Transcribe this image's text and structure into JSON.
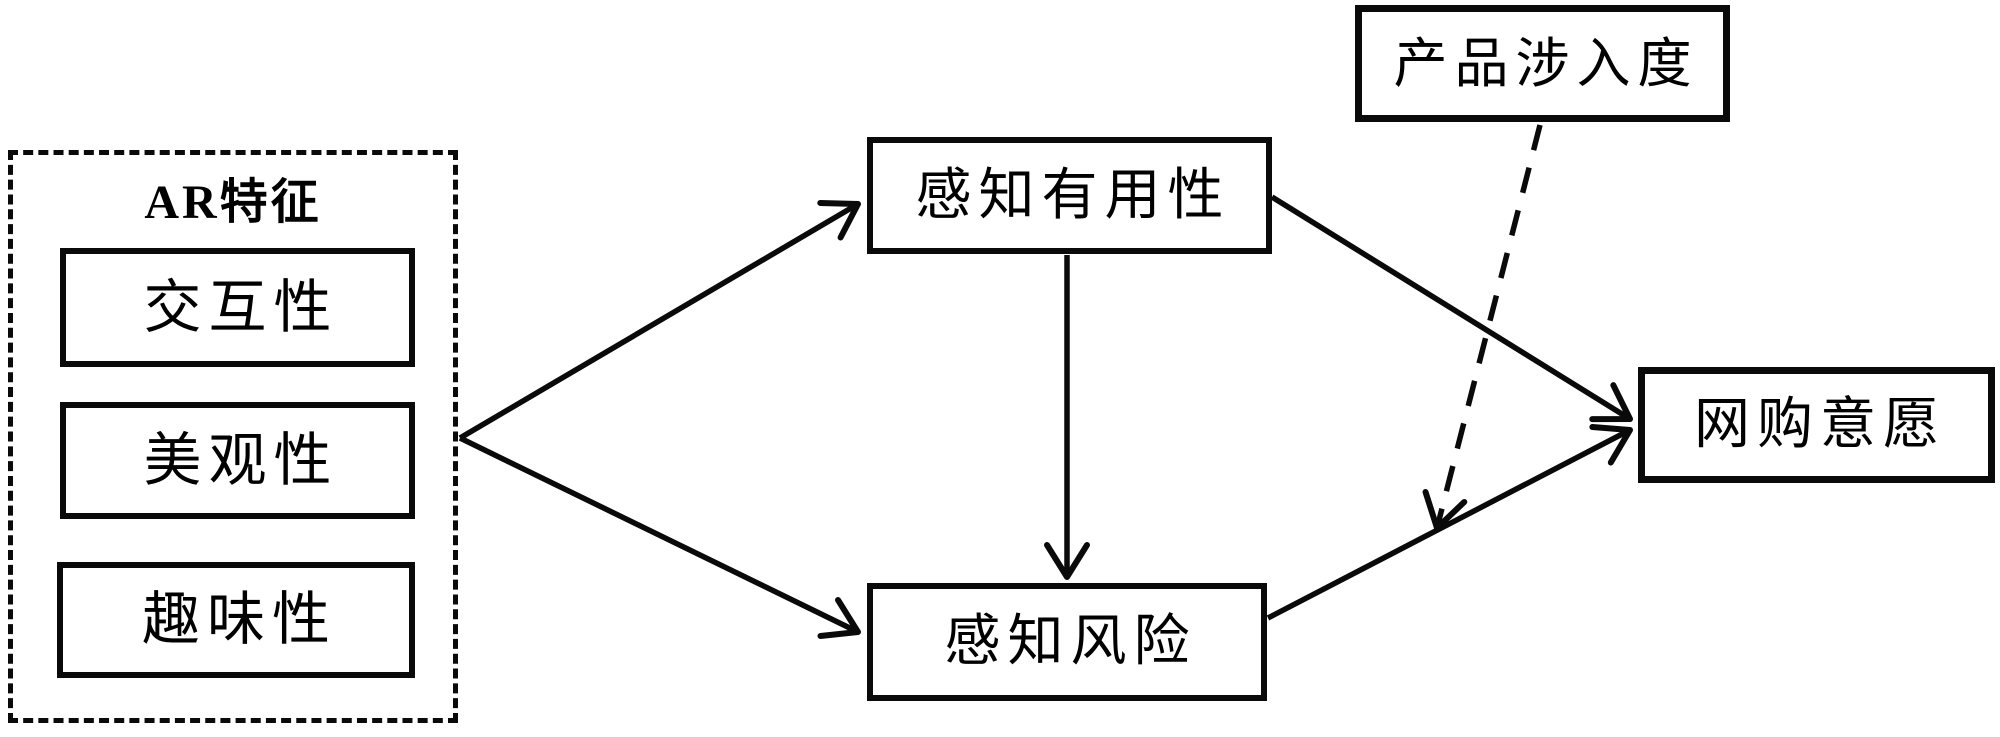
{
  "diagram": {
    "title": "AR online shopping research model",
    "ar_group": {
      "title": "AR特征",
      "items": [
        {
          "id": "interactivity",
          "label": "交互性"
        },
        {
          "id": "aesthetics",
          "label": "美观性"
        },
        {
          "id": "playfulness",
          "label": "趣味性"
        }
      ]
    },
    "nodes": {
      "perceived_usefulness": {
        "label": "感知有用性"
      },
      "perceived_risk": {
        "label": "感知风险"
      },
      "product_involvement": {
        "label": "产品涉入度"
      },
      "purchase_intention": {
        "label": "网购意愿"
      }
    },
    "relations": [
      {
        "from": "ar_features",
        "to": "perceived_usefulness",
        "style": "solid"
      },
      {
        "from": "ar_features",
        "to": "perceived_risk",
        "style": "solid"
      },
      {
        "from": "perceived_usefulness",
        "to": "perceived_risk",
        "style": "solid"
      },
      {
        "from": "perceived_usefulness",
        "to": "purchase_intention",
        "style": "solid"
      },
      {
        "from": "perceived_risk",
        "to": "purchase_intention",
        "style": "solid"
      },
      {
        "from": "product_involvement",
        "to": "risk_intention_link",
        "style": "dashed"
      }
    ],
    "colors": {
      "line": "#0a0a0a",
      "background": "#ffffff"
    }
  }
}
